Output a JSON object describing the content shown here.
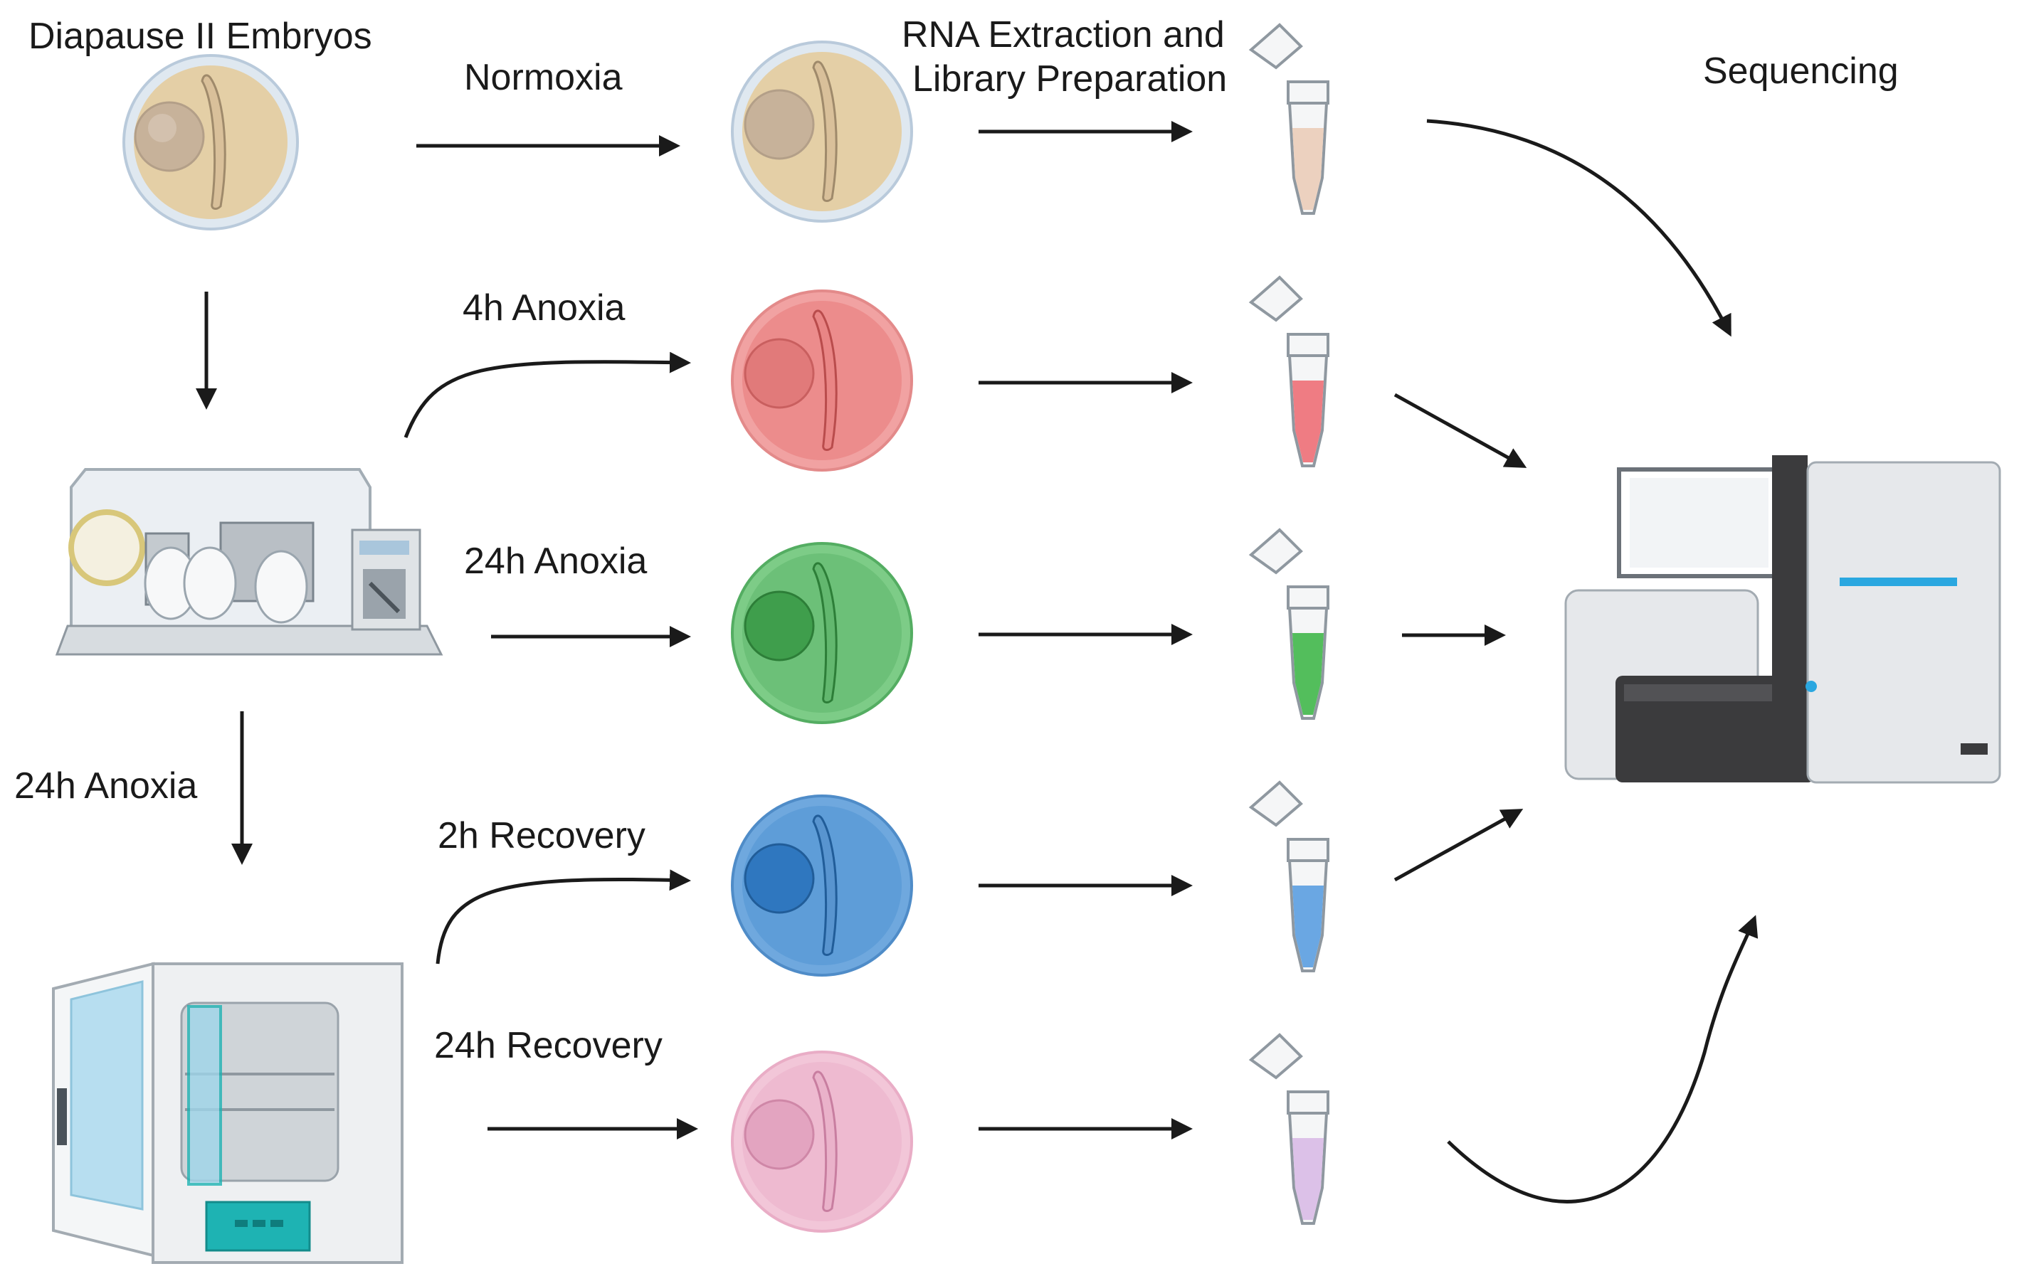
{
  "labels": {
    "start": "Diapause II Embryos",
    "normoxia": "Normoxia",
    "rna": "RNA Extraction and",
    "rna2": "Library Preparation",
    "sequencing": "Sequencing",
    "anoxia4": "4h Anoxia",
    "anoxia24": "24h Anoxia",
    "anoxia24_side": "24h Anoxia",
    "recovery2": "2h Recovery",
    "recovery24": "24h Recovery"
  },
  "conditions": [
    {
      "name": "normoxia",
      "dish": "#e4cfa6",
      "dish_edge": "#c9d7e6",
      "yolk": "#c7b29a",
      "tube": "#ecd1bf"
    },
    {
      "name": "anoxia-4h",
      "dish": "#ec8c8c",
      "dish_edge": "#f1a2a2",
      "yolk": "#e17a7a",
      "tube": "#ef7c83"
    },
    {
      "name": "anoxia-24h",
      "dish": "#6cc078",
      "dish_edge": "#54ad62",
      "yolk": "#3f9e4c",
      "tube": "#53be5c"
    },
    {
      "name": "recovery-2h",
      "dish": "#5e9dd8",
      "dish_edge": "#5594d2",
      "yolk": "#2f77bf",
      "tube": "#6aa7e3"
    },
    {
      "name": "recovery-24h",
      "dish": "#eebad0",
      "dish_edge": "#f2c6d8",
      "yolk": "#e3a4c0",
      "tube": "#dcc1e8"
    }
  ],
  "colors": {
    "incubator_accent": "#1eb3b3",
    "sequencer_dark": "#3b3b3d",
    "sequencer_light": "#e6e8eb",
    "sequencer_accent": "#2aa7e0",
    "arrow": "#1a1a1a"
  }
}
